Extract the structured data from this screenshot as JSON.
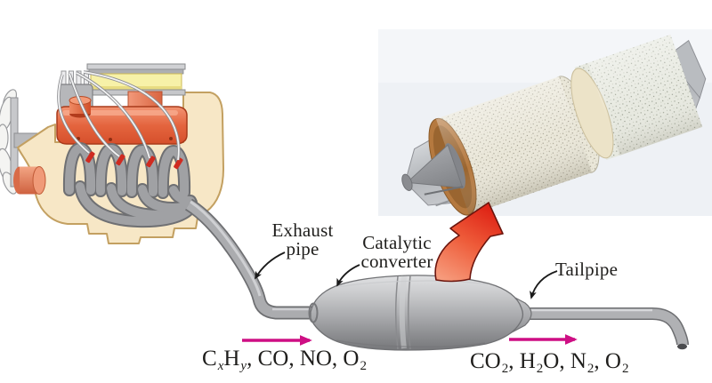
{
  "figure": {
    "type": "catalytic-converter-exhaust-diagram",
    "labels": {
      "exhaust_pipe_line1": "Exhaust",
      "exhaust_pipe_line2": "pipe",
      "catalytic_line1": "Catalytic",
      "catalytic_line2": "converter",
      "tailpipe": "Tailpipe"
    },
    "formulas": {
      "inlet": {
        "p0": "C",
        "sub0": "x",
        "p1": "H",
        "sub1": "y",
        "p2": ", CO, NO, O",
        "sub2": "2"
      },
      "outlet": {
        "p0": "CO",
        "sub0": "2",
        "p1": ", H",
        "sub1": "2",
        "p2": "O, N",
        "sub2": "2",
        "p3": ", O",
        "sub3": "2"
      }
    },
    "icons": {
      "red_arrow": "curved-up-arrow-to-photo",
      "inlet_flow_arrow": "magenta-right-arrow",
      "outlet_flow_arrow": "magenta-right-arrow",
      "exhaust_pipe_pointer": "curved-pointer-arrow",
      "catalytic_pointer": "curved-pointer-arrow",
      "tailpipe_pointer": "curved-pointer-arrow"
    },
    "colors": {
      "background": "#ffffff",
      "flow_arrow_magenta": "#ce0f84",
      "red_arrow_dark": "#df2416",
      "red_arrow_light": "#f7a182",
      "engine_block_cream": "#f7e7c6",
      "valve_cover_red": "#e2603d",
      "air_filter_yellow": "#f7f1a8",
      "pipe_gray": "#abacaf",
      "photo_background": "#eef1f5",
      "ceramic_speckle": "#eae7d9",
      "mat_ring_orange": "#b5793f",
      "label_text": "#1f1e1c"
    }
  }
}
